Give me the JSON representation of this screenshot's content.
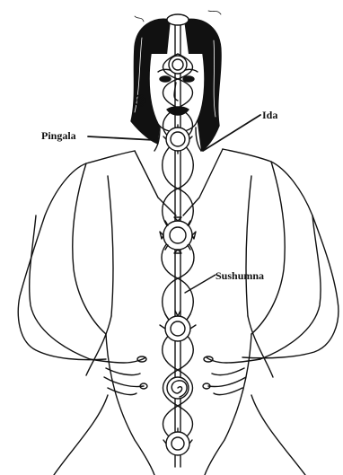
{
  "labels": {
    "pingala": "Pingala",
    "ida": "Ida",
    "sushumna": "Sushumna"
  },
  "colors": {
    "ink": "#111111",
    "paper": "#ffffff"
  }
}
